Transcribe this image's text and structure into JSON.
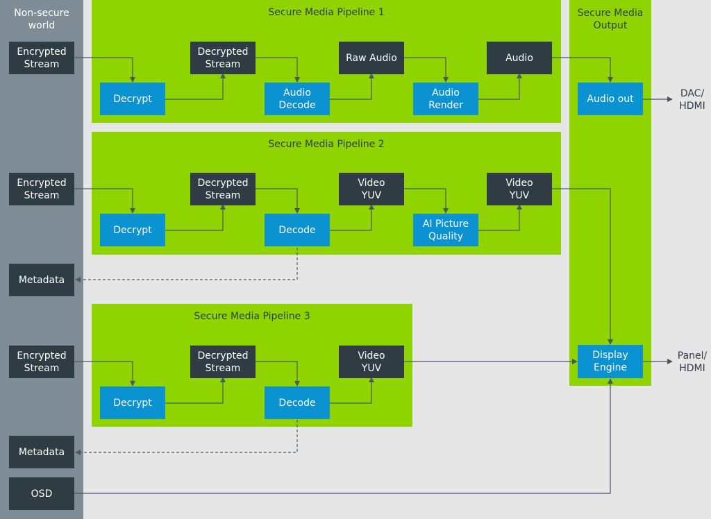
{
  "non_secure": {
    "title": "Non-secure\nworld"
  },
  "output": {
    "title": "Secure Media\nOutput",
    "audio_out": "Audio out",
    "display_engine": "Display\nEngine"
  },
  "pipelines": [
    {
      "title": "Secure Media Pipeline 1",
      "input": "Encrypted\nStream",
      "decrypt": "Decrypt",
      "decrypted": "Decrypted\nStream",
      "stage2": "Audio\nDecode",
      "out1": "Raw Audio",
      "stage3": "Audio\nRender",
      "out2": "Audio"
    },
    {
      "title": "Secure Media Pipeline 2",
      "input": "Encrypted\nStream",
      "decrypt": "Decrypt",
      "decrypted": "Decrypted\nStream",
      "stage2": "Decode",
      "out1": "Video\nYUV",
      "stage3": "AI Picture\nQuality",
      "out2": "Video\nYUV",
      "metadata": "Metadata"
    },
    {
      "title": "Secure Media Pipeline 3",
      "input": "Encrypted\nStream",
      "decrypt": "Decrypt",
      "decrypted": "Decrypted\nStream",
      "stage2": "Decode",
      "out1": "Video\nYUV",
      "metadata": "Metadata"
    }
  ],
  "osd": "OSD",
  "external": {
    "dac": "DAC/\nHDMI",
    "panel": "Panel/\nHDMI"
  },
  "colors": {
    "background": "#e6e6e6",
    "non_secure": "#7f8c95",
    "pipeline": "#8fd400",
    "dark_box": "#2f3c44",
    "blue_box": "#0a93d0",
    "wire": "#4a5a62"
  }
}
